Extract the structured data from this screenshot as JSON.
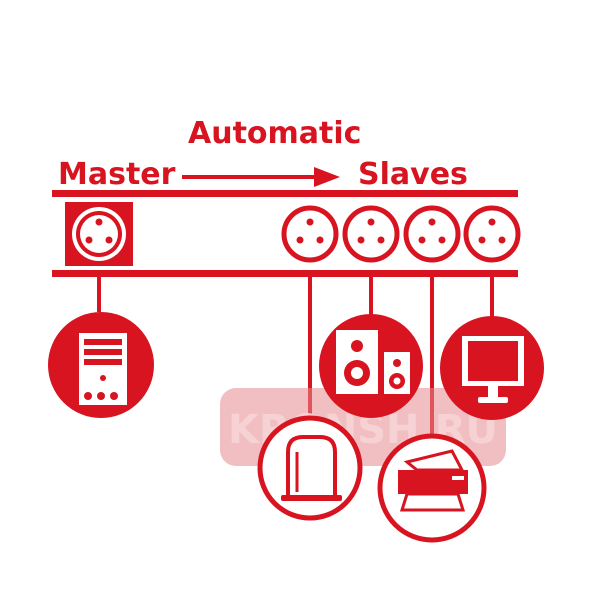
{
  "colors": {
    "accent": "#d7141f",
    "background": "#ffffff",
    "watermark": "#e58a90"
  },
  "labels": {
    "master": "Master",
    "automatic": "Automatic",
    "slaves": "Slaves"
  },
  "watermark": "KRONSH.RU",
  "devices": {
    "master": [
      "pc-tower-icon"
    ],
    "slaves": [
      "speakers-icon",
      "monitor-icon",
      "external-drive-icon",
      "printer-icon"
    ]
  }
}
